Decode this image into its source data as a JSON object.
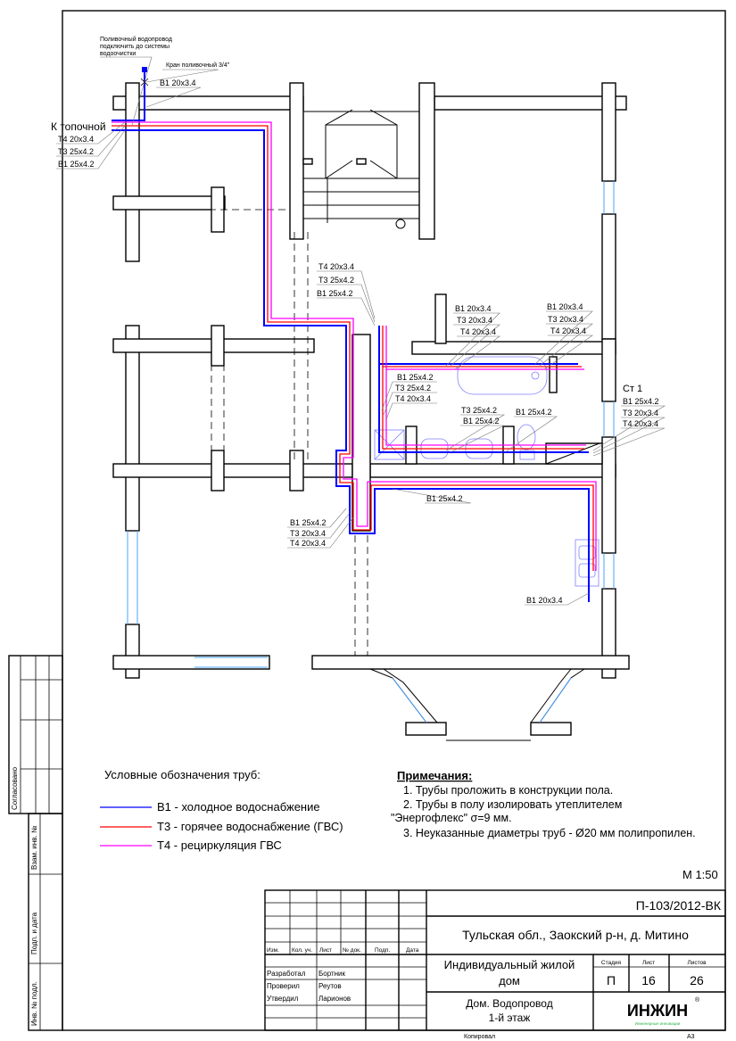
{
  "colors": {
    "b1": "#0000ff",
    "t3": "#ff0000",
    "t4": "#ff00ff",
    "logo_green": "#2db34a"
  },
  "plan": {
    "note_top": [
      "Поливочный водопровод",
      "подключить до системы",
      "водоочистки"
    ],
    "tap_label": "Кран поливочный 3/4\"",
    "tap_pipe": "В1 20x3.4",
    "furnace_label": "К топочной",
    "furnace_pipes": [
      "Т4 20x3.4",
      "Т3 25x4.2",
      "В1 25x4.2"
    ],
    "corridor_pipes": [
      "Т4 20x3.4",
      "Т3 25x4.2",
      "В1 25x4.2"
    ],
    "bath_left_pipes": [
      "В1 20x3.4",
      "Т3 20x3.4",
      "Т4 20x3.4"
    ],
    "bath_right_pipes": [
      "В1 20x3.4",
      "Т3 20x3.4",
      "Т4 20x3.4"
    ],
    "riser_left_pipes": [
      "В1 25x4.2",
      "Т3 25x4.2",
      "Т4 20x3.4"
    ],
    "sinks_pipes": [
      "Т3 25x4.2",
      "В1 25x4.2"
    ],
    "wc_pipe": "В1 25x4.2",
    "riser_label": "Ст 1",
    "riser_pipes": [
      "В1 25x4.2",
      "Т3 20x3.4",
      "Т4 20x3.4"
    ],
    "hall_pipe": "В1 25x4.2",
    "lower_pipes": [
      "В1 25x4.2",
      "Т3 20x3.4",
      "Т4 20x3.4"
    ],
    "kitchen_pipe": "В1 20x3.4"
  },
  "legend": {
    "title": "Условные обозначения  труб:",
    "items": [
      {
        "label": "В1 - холодное водоснабжение",
        "color": "#0000ff"
      },
      {
        "label": "Т3 - горячее водоснабжение (ГВС)",
        "color": "#ff0000"
      },
      {
        "label": "Т4 - рециркуляция ГВС",
        "color": "#ff00ff"
      }
    ]
  },
  "notes": {
    "title": "Примечания:",
    "lines": [
      "1. Трубы проложить в конструкции пола.",
      "2. Трубы в полу изолировать утеплителем",
      "\"Энергофлекс\" σ=9 мм.",
      "3. Неуказанные диаметры труб -  Ø20 мм полипропилен."
    ]
  },
  "scale": "М 1:50",
  "stamp": {
    "agreed": "Согласовано",
    "replace_inv": "Взам. инв. №",
    "sign_date": "Подп. и дата",
    "inv_orig": "Инв. № подл."
  },
  "title_block": {
    "code": "П-103/2012-ВК",
    "address": "Тульская обл., Заокский р-н, д. Митино",
    "object": [
      "Индивидуальный жилой",
      "дом"
    ],
    "sheet_title": [
      "Дом. Водопровод",
      "1-й этаж"
    ],
    "headers": [
      "Изм.",
      "Кол. уч.",
      "Лист",
      "№ док.",
      "Подп.",
      "Дата"
    ],
    "stage_label": "Стадия",
    "sheet_label": "Лист",
    "sheets_label": "Листов",
    "stage": "П",
    "sheet": "16",
    "sheets": "26",
    "people": [
      {
        "role": "Разработал",
        "name": "Бортник"
      },
      {
        "role": "Проверил",
        "name": "Реутов"
      },
      {
        "role": "Утвердил",
        "name": "Ларионов"
      }
    ],
    "logo": "ИНЖИН",
    "logo_sub": "Инженерные инновации",
    "logo_reg": "®",
    "copied": "Копировал",
    "format": "А3"
  }
}
